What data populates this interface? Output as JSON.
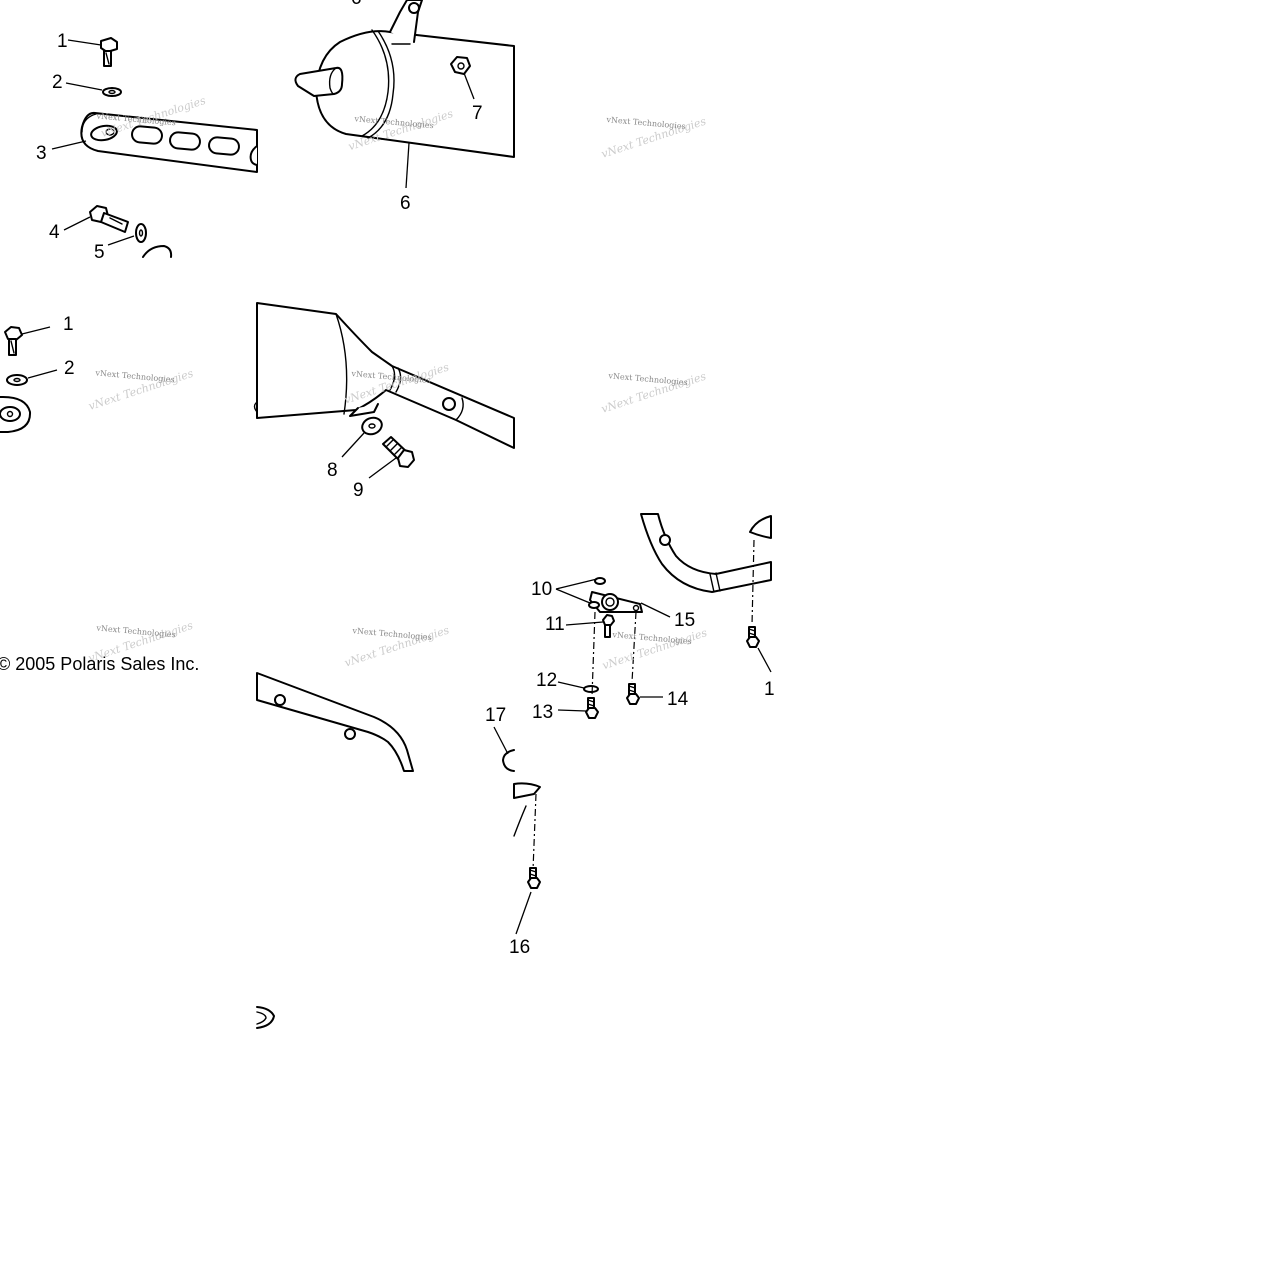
{
  "callouts": [
    "1",
    "2",
    "3",
    "4",
    "5",
    "6",
    "7",
    "8",
    "9",
    "10",
    "11",
    "12",
    "13",
    "14",
    "15",
    "16",
    "17"
  ],
  "tile_labels": {
    "tile1": [
      "1",
      "2",
      "3",
      "4",
      "5"
    ],
    "tile2": [
      "6",
      "7"
    ],
    "tile4": [
      "1",
      "2"
    ],
    "tile5": [
      "8",
      "9"
    ],
    "tile9": [
      "10",
      "11",
      "15",
      "12",
      "13",
      "14",
      "17"
    ]
  },
  "partial_labels": {
    "top_cut": "6",
    "right_cut": "1",
    "bottom_cut": "16"
  },
  "copyright": "© 2005 Polaris Sales Inc.",
  "watermark": "vNext Technologies"
}
